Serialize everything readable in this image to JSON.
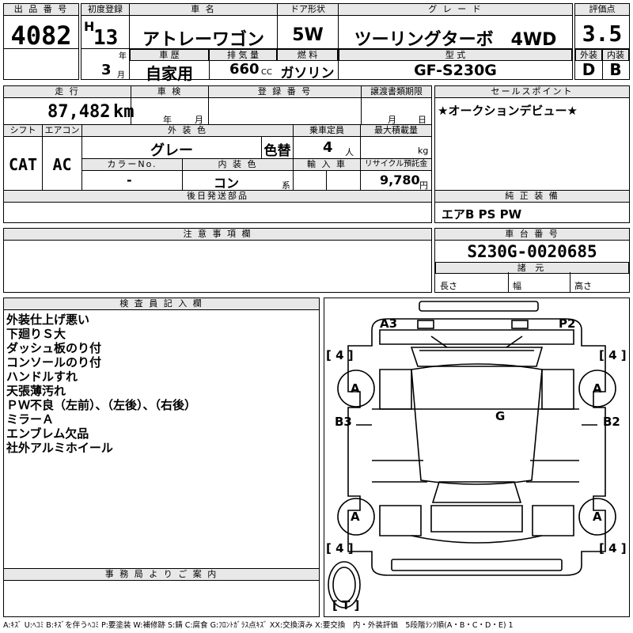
{
  "headers": {
    "lot_no": "出 品 番 号",
    "first_reg": "初度登録",
    "car_name": "車 名",
    "door": "ドア形状",
    "grade": "グ レ ー ド",
    "score": "評価点",
    "history": "車 歴",
    "displacement": "排 気 量",
    "fuel": "燃 料",
    "model": "型 式",
    "exterior": "外装",
    "interior": "内装",
    "mileage": "走 行",
    "inspection": "車 検",
    "reg_no": "登 録 番 号",
    "transfer": "譲渡書類期限",
    "sales_point": "セールスポイント",
    "shift": "シフト",
    "ac": "エアコン",
    "ext_color": "外 装 色",
    "capacity": "乗車定員",
    "max_load": "最大積載量",
    "color_no": "カラーNo.",
    "int_color": "内 装 色",
    "import": "輸 入 車",
    "recycle": "リサイクル預託金",
    "later_parts": "後日発送部品",
    "genuine_equipment": "純 正 装 備",
    "notes": "注 意 事 項 欄",
    "chassis": "車 台 番 号",
    "dims": "諸 元",
    "inspector": "検 査 員 記 入 欄",
    "office": "事 務 局 よ り ご 案 内"
  },
  "units": {
    "year_h": "H",
    "year": "年",
    "month": "月",
    "cc": "CC",
    "km": "km",
    "person": "人",
    "kg": "kg",
    "kei": "系",
    "yen": "円",
    "insp_year": "年",
    "insp_month": "月",
    "transfer_month": "月",
    "transfer_day": "日",
    "length": "長さ",
    "width": "幅",
    "height": "高さ"
  },
  "values": {
    "lot_no": "4082",
    "year": "13",
    "car_name": "アトレーワゴン",
    "door": "5W",
    "grade": "ツーリングターボ　4WD",
    "score": "3.5",
    "reg_month": "3",
    "history": "自家用",
    "displacement": "660",
    "fuel": "ガソリン",
    "model": "GF-S230G",
    "exterior": "D",
    "interior": "B",
    "mileage": "87,482",
    "sales_point": "★オークションデビュー★",
    "shift": "CAT",
    "ac": "AC",
    "ext_color": "グレー",
    "color_change": "色替",
    "capacity": "4",
    "color_no": "-",
    "int_color": "コン",
    "recycle": "9,780",
    "genuine_equipment": "エアB PS PW",
    "chassis": "S230G-0020685"
  },
  "inspector_notes": [
    "外装仕上げ悪い",
    "下廻りＳ大",
    "ダッシュ板のり付",
    "コンソールのり付",
    "ハンドルすれ",
    "天張薄汚れ",
    "ＰＷ不良（左前）、（左後）、（右後）",
    "ミラーＡ",
    "エンブレム欠品",
    "社外アルミホイール"
  ],
  "diagram": {
    "marks": {
      "a3": "A3",
      "p2": "P2",
      "b3": "B3",
      "b2": "B2",
      "g": "G",
      "wheel_fl": "A",
      "wheel_fr": "A",
      "wheel_rl": "A",
      "wheel_rr": "A"
    },
    "tire": {
      "fl": "[ 4 ]",
      "fr": "[ 4 ]",
      "rl": "[ 4 ]",
      "rr": "[ 4 ]",
      "spare": "[ T ]"
    }
  },
  "legend": "A:ｷｽﾞ U:ﾍｺﾐ B:ｷｽﾞを伴うﾍｺﾐ P:要塗装 W:補修跡 S:錆 C:腐食 G:ﾌﾛﾝﾄｶﾞﾗｽ点ｷｽﾞ XX:交換済み X:要交換　内・外装評価　5段階ﾗﾝｸ順(A・B・C・D・E) 1"
}
